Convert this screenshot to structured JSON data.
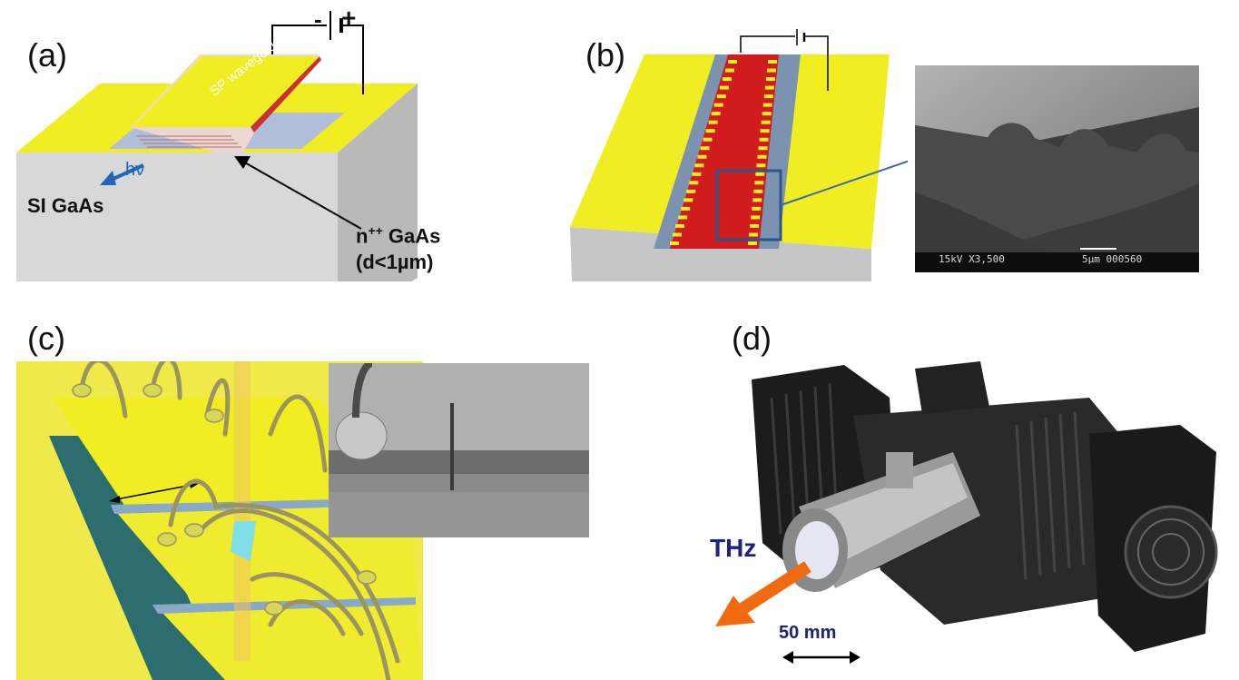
{
  "panels": {
    "a": {
      "label": "(a)",
      "polarity_minus": "-",
      "polarity_plus": "+",
      "waveguide_text": "SP waveguide",
      "emission_text": "hν",
      "substrate_text": "SI GaAs",
      "layer_text_main": "n",
      "layer_text_sup": "++",
      "layer_text_tail": " GaAs",
      "thickness_text": "(d<1µm)"
    },
    "b": {
      "label": "(b)",
      "sem_caption_left": "15kV X3,500",
      "sem_caption_right": "5µm  000560"
    },
    "c": {
      "label": "(c)"
    },
    "d": {
      "label": "(d)",
      "beam_text": "THz",
      "scale_text": "50 mm"
    }
  },
  "colors": {
    "gold": "#f0ee22",
    "substrate": "#d3d3d3",
    "ridge_red": "#d01c1c",
    "steel_blue": "#7c93b0",
    "thz_orange": "#f26a10",
    "thz_text": "#1a237e"
  }
}
